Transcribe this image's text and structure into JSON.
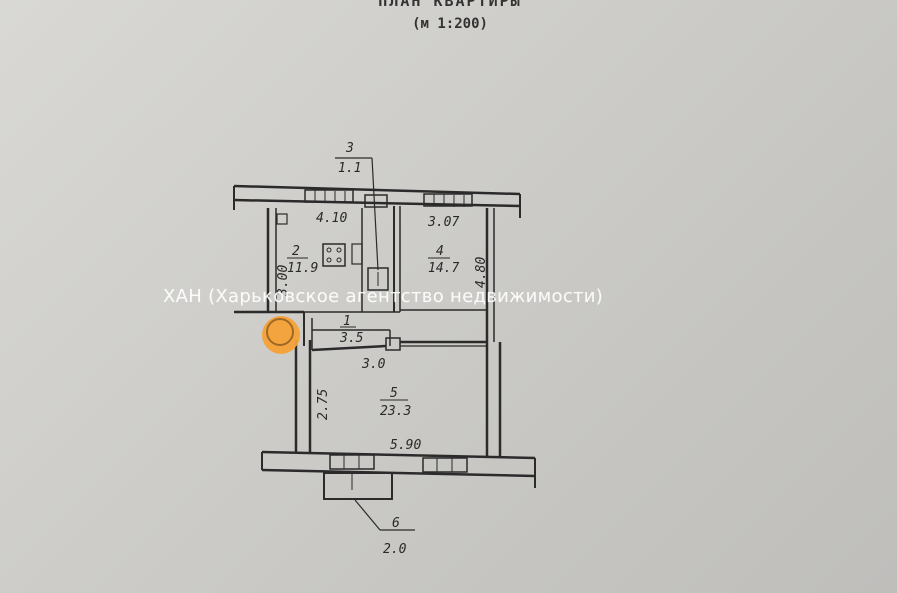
{
  "document": {
    "heading": "ПЛАН КВАРТИРЫ",
    "scale": "(м 1:200)"
  },
  "watermark": {
    "text": "ХАН (Харьковское агентство недвижимости)"
  },
  "plan": {
    "dimensions": {
      "top_left_width": "4.10",
      "top_right_width": "3.07",
      "left_height": "3.00",
      "right_height": "4.80",
      "hall_width": "3.0",
      "room5_height": "2.75",
      "room5_width": "5.90"
    },
    "rooms": [
      {
        "number": "1",
        "area": "3.5"
      },
      {
        "number": "2",
        "area": "11.9"
      },
      {
        "number": "3",
        "area": "1.1"
      },
      {
        "number": "4",
        "area": "14.7"
      },
      {
        "number": "5",
        "area": "23.3"
      },
      {
        "number": "6",
        "area": "2.0"
      }
    ]
  },
  "colors": {
    "ink": "#2a2a2a",
    "badge": "#f6a137",
    "watermark": "#ffffff"
  }
}
